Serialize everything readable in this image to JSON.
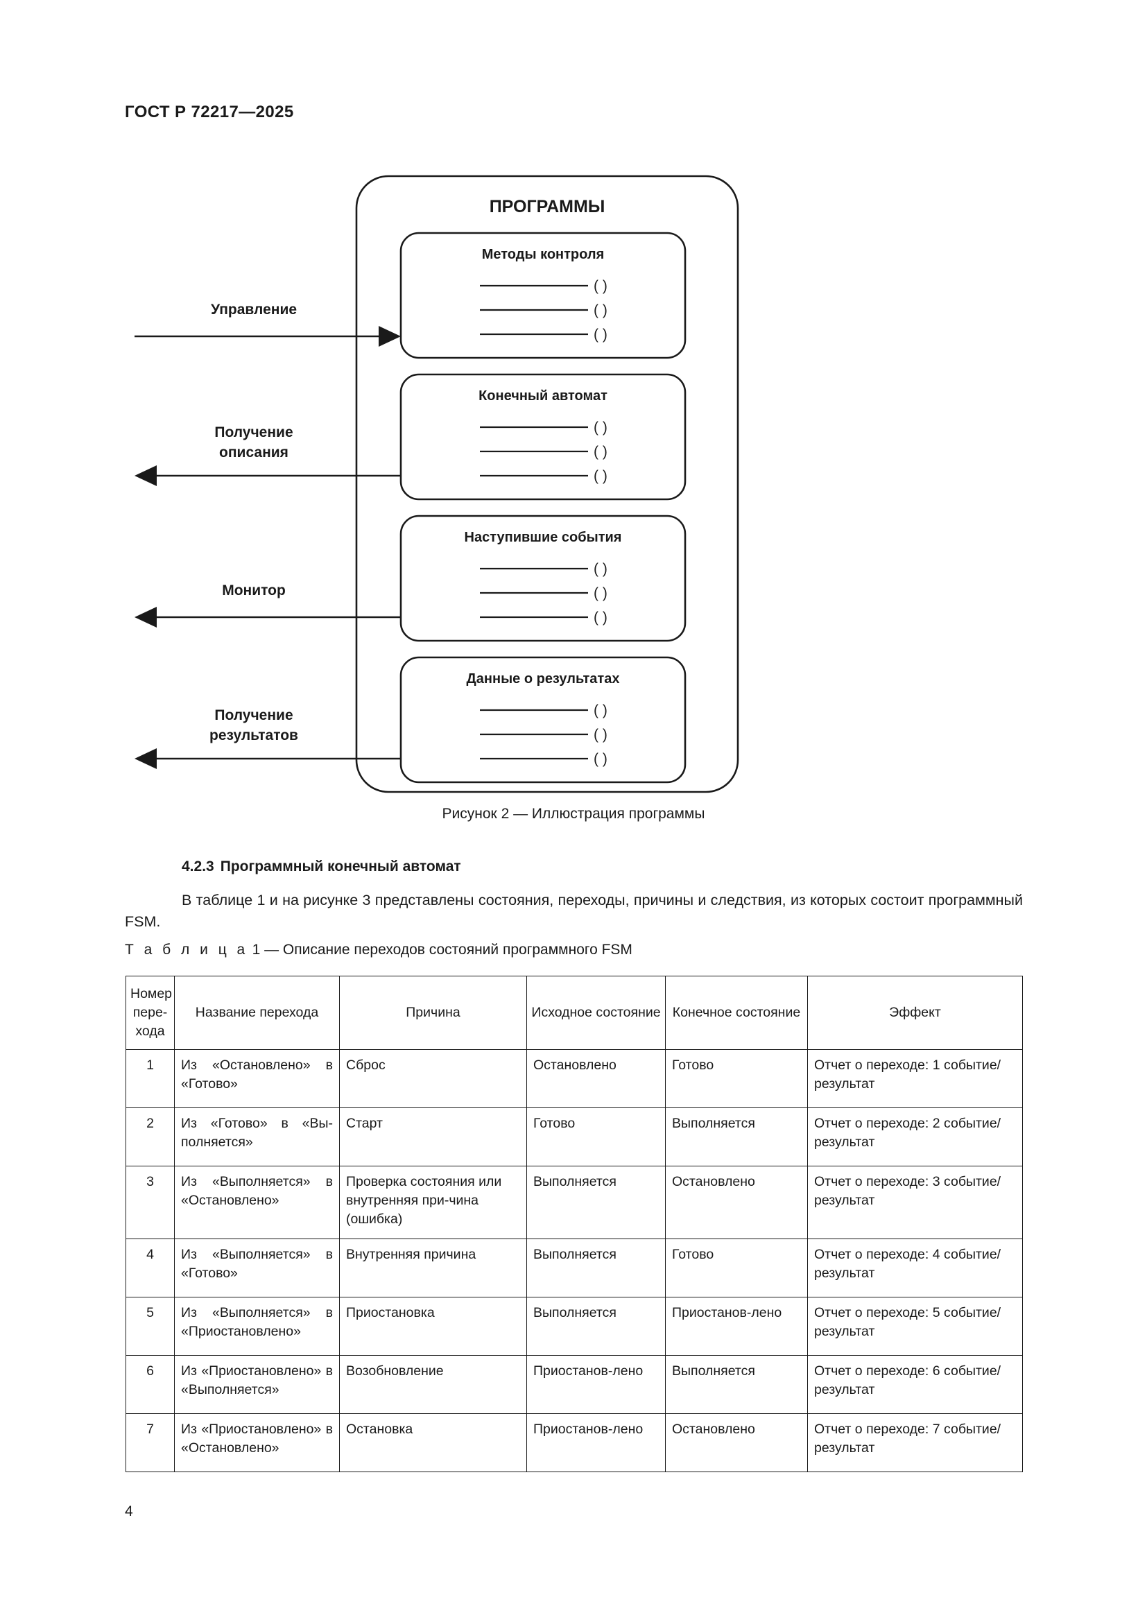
{
  "header": {
    "standard_id": "ГОСТ Р 72217—2025"
  },
  "figure": {
    "container_title": "ПРОГРАММЫ",
    "blank_marker": "( )",
    "boxes": [
      {
        "title": "Методы контроля"
      },
      {
        "title": "Конечный автомат"
      },
      {
        "title": "Наступившие события"
      },
      {
        "title": "Данные о результатах"
      }
    ],
    "arrows": [
      {
        "label_line1": "Управление",
        "label_line2": "",
        "direction": "in"
      },
      {
        "label_line1": "Получение",
        "label_line2": "описания",
        "direction": "out"
      },
      {
        "label_line1": "Монитор",
        "label_line2": "",
        "direction": "out"
      },
      {
        "label_line1": "Получение",
        "label_line2": "результатов",
        "direction": "out"
      }
    ],
    "caption": "Рисунок 2 — Иллюстрация программы"
  },
  "clause": {
    "number": "4.2.3",
    "title": "Программный конечный автомат",
    "paragraph": "В таблице 1 и на рисунке 3 представлены состояния, переходы, причины и следствия, из которых состоит программный FSM."
  },
  "table": {
    "caption_label": "Т а б л и ц а",
    "caption_rest": "1 — Описание переходов состояний программного FSM",
    "headers": [
      "Номер пере-хода",
      "Название перехода",
      "Причина",
      "Исходное состояние",
      "Конечное состояние",
      "Эффект"
    ],
    "rows": [
      {
        "num": "1",
        "name": "Из «Остановлено» в «Готово»",
        "cause": "Сброс",
        "from_state": "Остановлено",
        "to_state": "Готово",
        "effect": "Отчет о переходе: 1 событие/результат"
      },
      {
        "num": "2",
        "name": "Из «Готово» в «Вы-полняется»",
        "cause": "Старт",
        "from_state": "Готово",
        "to_state": "Выполняется",
        "effect": "Отчет о переходе: 2 событие/результат"
      },
      {
        "num": "3",
        "name": "Из «Выполняется» в «Остановлено»",
        "cause": "Проверка состояния или внутренняя при-чина (ошибка)",
        "from_state": "Выполняется",
        "to_state": "Остановлено",
        "effect": "Отчет о переходе: 3 событие/результат"
      },
      {
        "num": "4",
        "name": "Из «Выполняется» в «Готово»",
        "cause": "Внутренняя причина",
        "from_state": "Выполняется",
        "to_state": "Готово",
        "effect": "Отчет о переходе: 4 событие/результат"
      },
      {
        "num": "5",
        "name": "Из «Выполняется» в «Приостановлено»",
        "cause": "Приостановка",
        "from_state": "Выполняется",
        "to_state": "Приостанов-лено",
        "effect": "Отчет о переходе: 5 событие/результат"
      },
      {
        "num": "6",
        "name": "Из «Приостановлено» в «Выполняется»",
        "cause": "Возобновление",
        "from_state": "Приостанов-лено",
        "to_state": "Выполняется",
        "effect": "Отчет о переходе: 6 событие/результат"
      },
      {
        "num": "7",
        "name": "Из «Приостановлено» в «Остановлено»",
        "cause": "Остановка",
        "from_state": "Приостанов-лено",
        "to_state": "Остановлено",
        "effect": "Отчет о переходе: 7 событие/результат"
      }
    ]
  },
  "folio": {
    "page_number": "4"
  }
}
